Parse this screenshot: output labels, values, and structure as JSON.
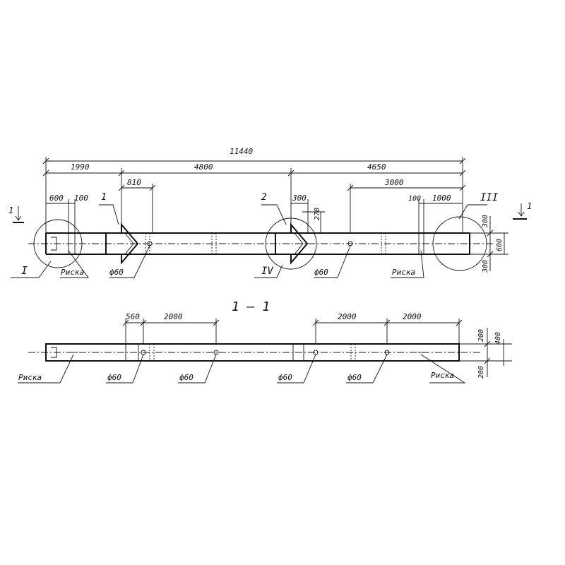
{
  "elevation": {
    "overall_dim": "11440",
    "segment_dims": [
      "1990",
      "4800",
      "4650"
    ],
    "dim_810": "810",
    "dim_3000": "3000",
    "dim_600_left": "600",
    "dim_100_left": "100",
    "dim_300_mid": "300",
    "dim_270": "270",
    "dim_100_right": "100",
    "dim_1000": "1000",
    "height_dims": [
      "300",
      "600",
      "300"
    ],
    "node_labels": [
      "I",
      "IV",
      "III"
    ],
    "item_labels": [
      "1",
      "2"
    ],
    "section_mark": "1",
    "risk_label_left": "Риска",
    "risk_label_right": "Риска",
    "hole_labels": [
      "ф60",
      "ф60"
    ]
  },
  "plan": {
    "title": "1 — 1",
    "top_dims": [
      "560",
      "2000",
      "2000",
      "2000"
    ],
    "height_dims": [
      "200",
      "400",
      "200"
    ],
    "risk_label_left": "Риска",
    "risk_label_right": "Риска",
    "hole_labels": [
      "ф60",
      "ф60",
      "ф60",
      "ф60"
    ]
  }
}
